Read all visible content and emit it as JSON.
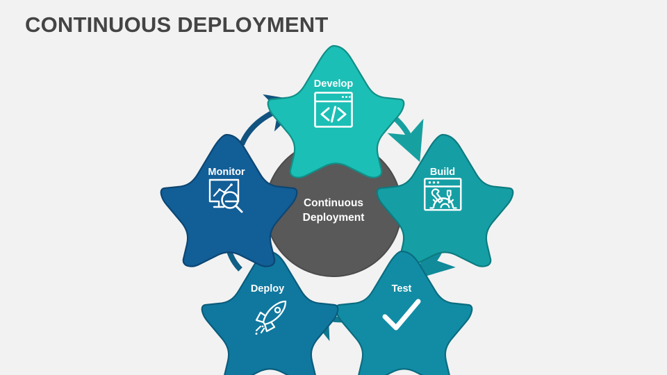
{
  "slide": {
    "title": "CONTINUOUS DEPLOYMENT",
    "background_color": "#f2f2f2",
    "title_color": "#444444"
  },
  "center": {
    "label_line1": "Continuous",
    "label_line2": "Deployment",
    "fill_color": "#595959",
    "text_color": "#ffffff"
  },
  "stages": [
    {
      "id": "develop",
      "label": "Develop",
      "icon": "code-window-icon",
      "fill_color": "#1bbfb5",
      "stroke_color": "#118e87",
      "text_color": "#ffffff"
    },
    {
      "id": "build",
      "label": "Build",
      "icon": "build-tools-window-icon",
      "fill_color": "#159fa5",
      "stroke_color": "#0d7b80",
      "text_color": "#ffffff"
    },
    {
      "id": "test",
      "label": "Test",
      "icon": "checkmark-icon",
      "fill_color": "#118ca4",
      "stroke_color": "#0b6c80",
      "text_color": "#ffffff"
    },
    {
      "id": "deploy",
      "label": "Deploy",
      "icon": "rocket-icon",
      "fill_color": "#10789f",
      "stroke_color": "#0a5c7c",
      "text_color": "#ffffff"
    },
    {
      "id": "monitor",
      "label": "Monitor",
      "icon": "chart-magnifier-icon",
      "fill_color": "#125e97",
      "stroke_color": "#0c4673",
      "text_color": "#ffffff"
    }
  ],
  "arrows": [
    {
      "id": "monitor-to-develop",
      "from": "Monitor",
      "to": "Develop",
      "color": "#12527f"
    },
    {
      "id": "develop-to-build",
      "from": "Develop",
      "to": "Build",
      "color": "#17a0a0"
    },
    {
      "id": "build-to-test",
      "from": "Build",
      "to": "Test",
      "color": "#118a99"
    },
    {
      "id": "test-to-deploy",
      "from": "Test",
      "to": "Deploy",
      "color": "#10788f"
    },
    {
      "id": "deploy-to-monitor",
      "from": "Deploy",
      "to": "Monitor",
      "color": "#0f5e84"
    }
  ]
}
